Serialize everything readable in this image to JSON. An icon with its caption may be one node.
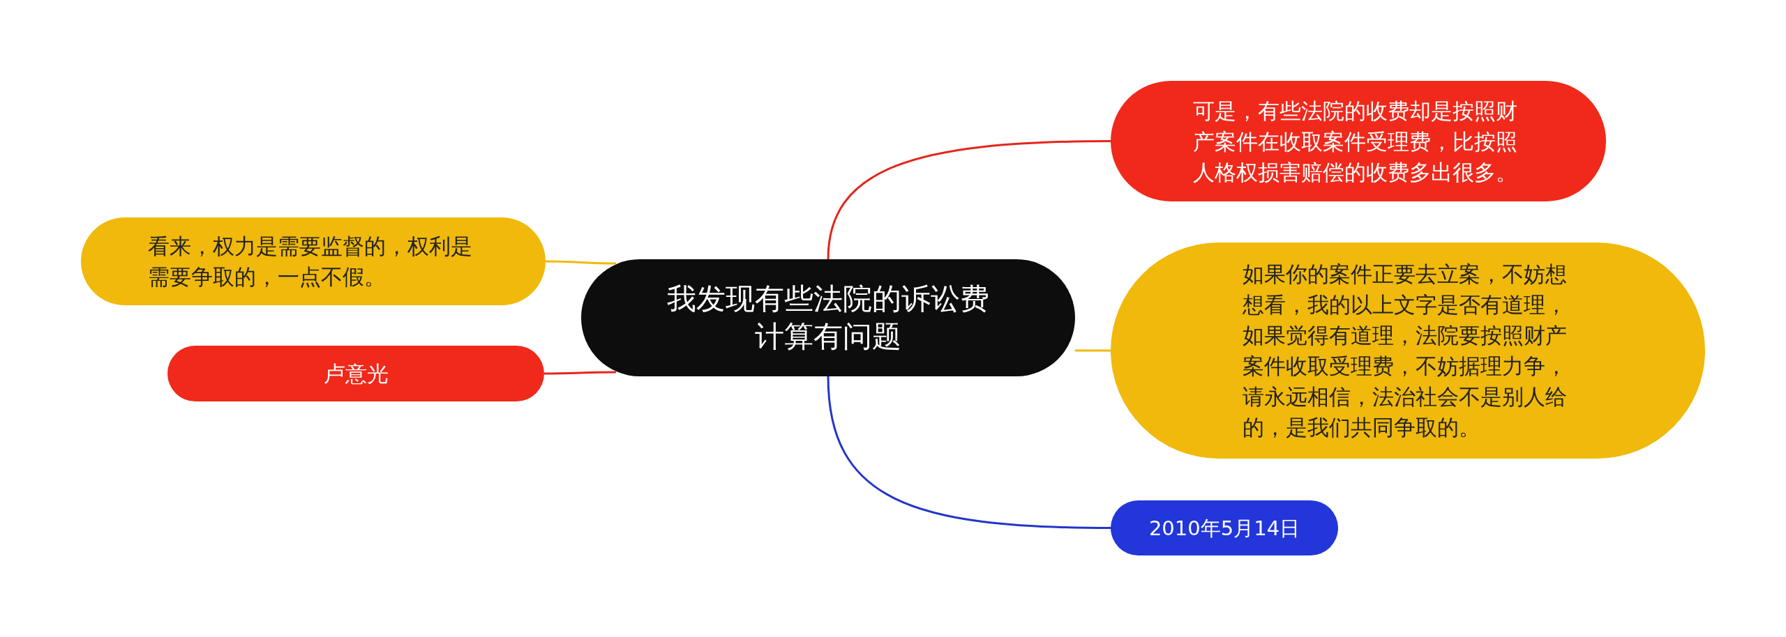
{
  "diagram": {
    "nodes": [
      {
        "text": [
          "我发现有些法院的诉讼费计算有问题"
        ]
      },
      {
        "text": [
          "可是，有些法院的收费却是按照财产案件在收取案件受理费，比按照人格权损害赔偿的收费多出很多。"
        ]
      },
      {
        "text": [
          "如果你的案件正要去立案，不妨想想看，我的以上文字是否有道理，如果觉得有道理，法院要按照财产案件收取受理费，不妨据理力争，请永远相信，法治社会不是别人给的，是我们共同争取的。"
        ]
      },
      {
        "text": [
          "2010年5月14日"
        ]
      },
      {
        "text": [
          "看来，权力是需要监督的，权利是需要争取的，一点不假。"
        ]
      },
      {
        "text": [
          "卢意光"
        ]
      }
    ],
    "edges": [
      {
        "from": 0,
        "to": 1,
        "arrow": "none",
        "color": "#e3261b"
      },
      {
        "from": 0,
        "to": 2,
        "arrow": "none",
        "color": "#f0b90b"
      },
      {
        "from": 0,
        "to": 3,
        "arrow": "none",
        "color": "#2236c9"
      },
      {
        "from": 0,
        "to": 4,
        "arrow": "none",
        "color": "#f0b90b"
      },
      {
        "from": 0,
        "to": 5,
        "arrow": "none",
        "color": "#e3261b"
      }
    ]
  }
}
